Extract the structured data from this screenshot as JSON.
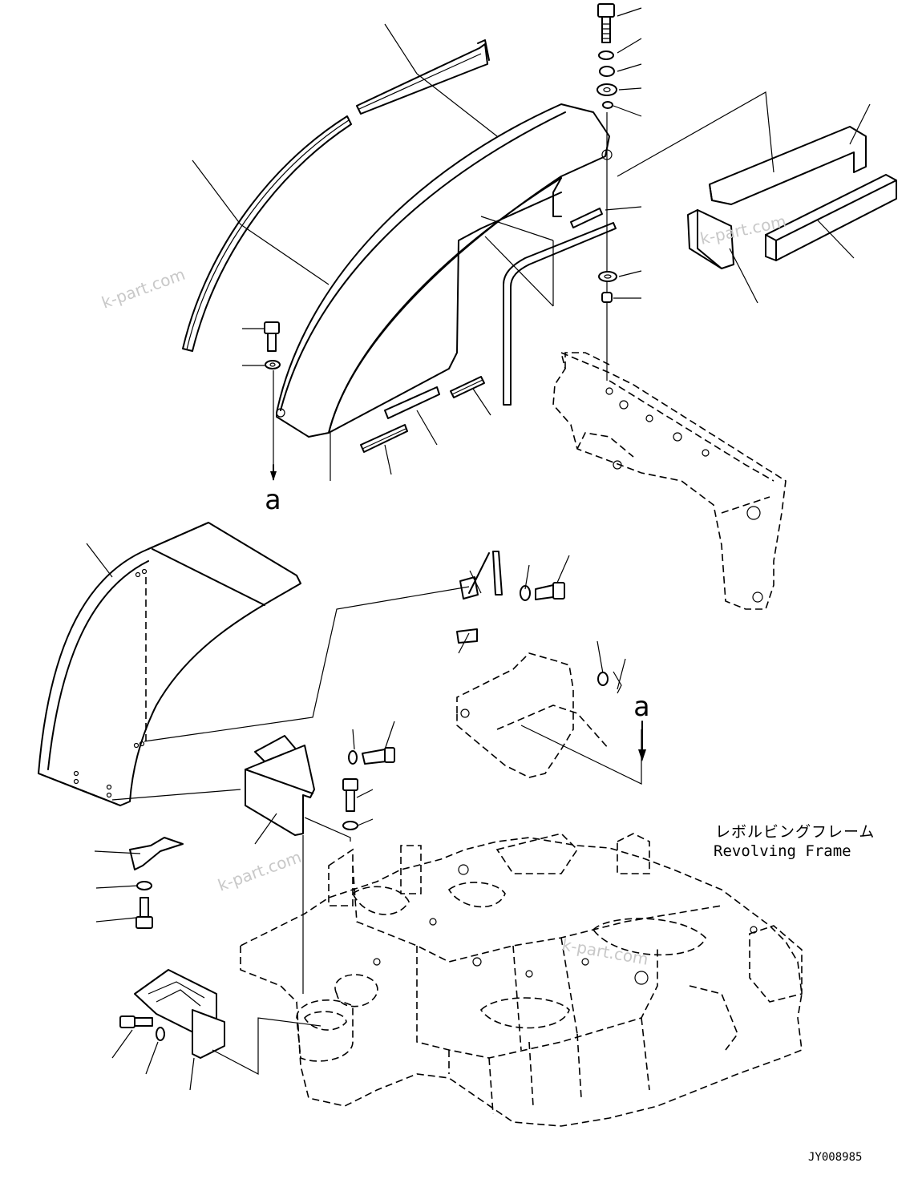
{
  "frame_label": {
    "jp": "レボルビングフレーム",
    "en": "Revolving Frame"
  },
  "view_marker": "a",
  "drawing_id": "JY008985",
  "watermark": "k-part.com"
}
